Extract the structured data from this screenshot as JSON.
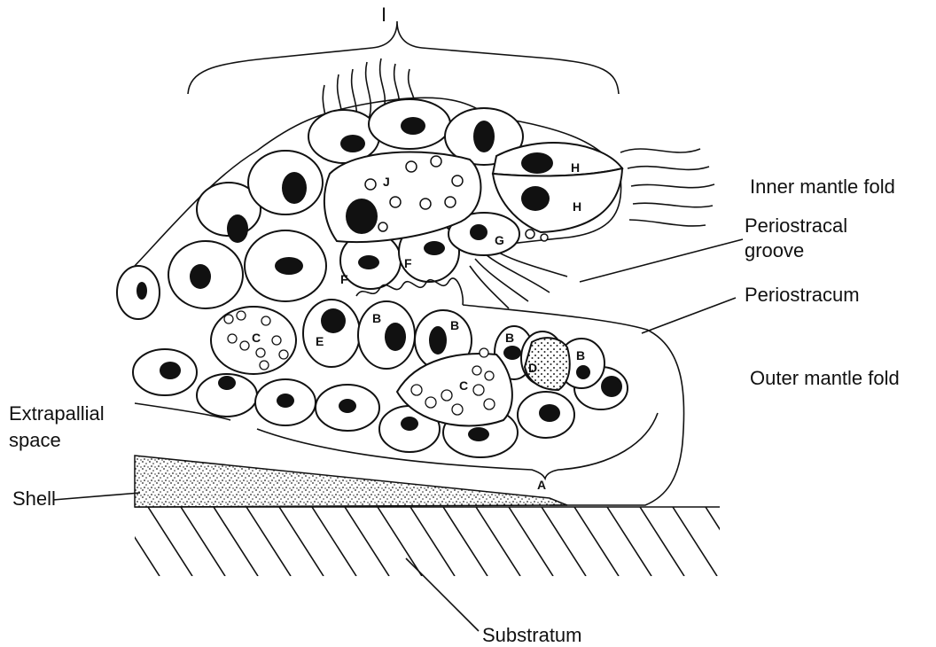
{
  "figure": {
    "labels": {
      "top_bracket": "I",
      "inner_mantle_fold": "Inner mantle fold",
      "periostracal_groove_1": "Periostracal",
      "periostracal_groove_2": "groove",
      "periostracum": "Periostracum",
      "outer_mantle_fold": "Outer mantle fold",
      "extrapallial_1": "Extrapallial",
      "extrapallial_2": "space",
      "shell": "Shell",
      "substratum": "Substratum"
    },
    "cell_labels": {
      "j": "J",
      "h1": "H",
      "h2": "H",
      "g": "G",
      "f1": "F",
      "f2": "F",
      "c1": "C",
      "e": "E",
      "b1": "B",
      "b2": "B",
      "b3": "B",
      "b4": "B",
      "c2": "C",
      "d": "D",
      "a": "A"
    }
  }
}
